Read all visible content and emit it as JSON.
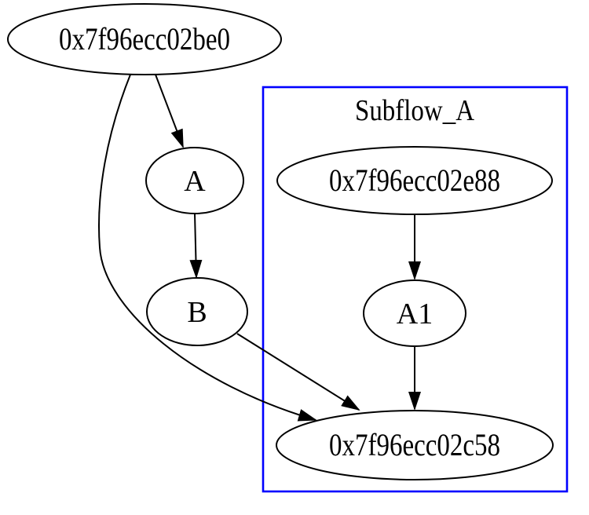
{
  "diagram": {
    "type": "directed-graph",
    "background_color": "#ffffff",
    "node_border_color": "#000000",
    "edge_color": "#000000",
    "text_color": "#000000",
    "cluster": {
      "label": "Subflow_A",
      "border_color": "#0000ff"
    },
    "nodes": [
      {
        "id": "node-0x7f96ecc02be0",
        "label": "0x7f96ecc02be0",
        "shape": "ellipse",
        "in_cluster": false
      },
      {
        "id": "node-A",
        "label": "A",
        "shape": "ellipse",
        "in_cluster": false
      },
      {
        "id": "node-B",
        "label": "B",
        "shape": "ellipse",
        "in_cluster": false
      },
      {
        "id": "node-0x7f96ecc02e88",
        "label": "0x7f96ecc02e88",
        "shape": "ellipse",
        "in_cluster": true
      },
      {
        "id": "node-A1",
        "label": "A1",
        "shape": "ellipse",
        "in_cluster": true
      },
      {
        "id": "node-0x7f96ecc02c58",
        "label": "0x7f96ecc02c58",
        "shape": "ellipse",
        "in_cluster": true
      }
    ],
    "edges": [
      {
        "from": "0x7f96ecc02be0",
        "to": "A"
      },
      {
        "from": "0x7f96ecc02be0",
        "to": "0x7f96ecc02c58"
      },
      {
        "from": "A",
        "to": "B"
      },
      {
        "from": "B",
        "to": "0x7f96ecc02c58"
      },
      {
        "from": "0x7f96ecc02e88",
        "to": "A1"
      },
      {
        "from": "A1",
        "to": "0x7f96ecc02c58"
      }
    ]
  }
}
